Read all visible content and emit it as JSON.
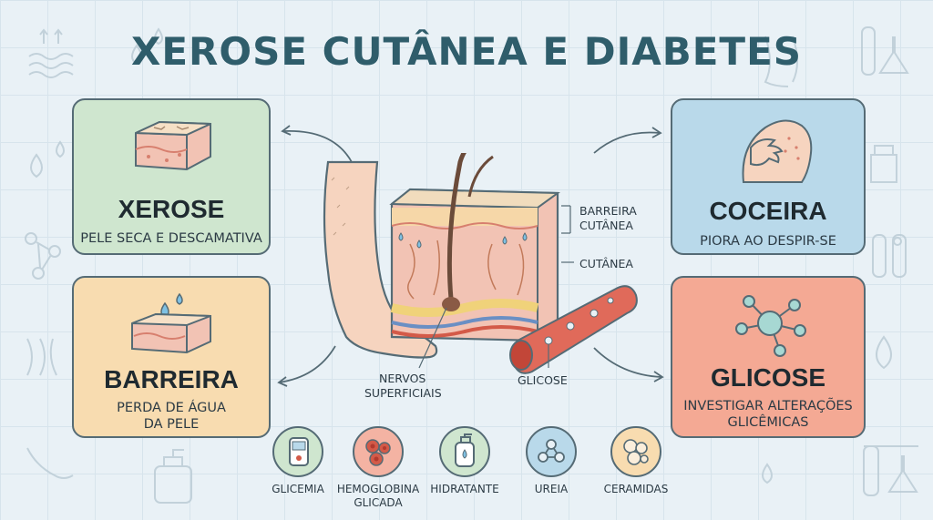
{
  "title": "XEROSE CUTÂNEA E DIABETES",
  "cards": {
    "xerose": {
      "title": "XEROSE",
      "subtitle": "PELE SECA E DESCAMATIVA",
      "color": "#cfe6cf"
    },
    "barreira": {
      "title": "BARREIRA",
      "line1": "PERDA DE ÁGUA",
      "line2": "DA PELE",
      "color": "#f8dcb0"
    },
    "coceira": {
      "title": "COCEIRA",
      "subtitle": "PIORA AO DESPIR-SE",
      "color": "#b9d9ea"
    },
    "glicose": {
      "title": "GLICOSE",
      "line1": "INVESTIGAR ALTERAÇÕES",
      "line2": "GLICÊMICAS",
      "color": "#f4a994"
    }
  },
  "diagram_labels": {
    "barreira_line1": "BARREIRA",
    "barreira_line2": "CUTÂNEA",
    "cutanea": "CUTÂNEA",
    "nervos_line1": "NERVOS",
    "nervos_line2": "SUPERFICIAIS",
    "glicose": "GLICOSE"
  },
  "bottom_items": [
    {
      "label": "GLICEMIA",
      "icon": "glucometer-icon",
      "color": "#cfe6cf"
    },
    {
      "label": "HEMOGLOBINA",
      "label2": "GLICADA",
      "icon": "red-blood-cells-icon",
      "color": "#f4b3a3"
    },
    {
      "label": "HIDRATANTE",
      "icon": "lotion-bottle-icon",
      "color": "#cfe6cf"
    },
    {
      "label": "UREIA",
      "icon": "molecule-icon",
      "color": "#b9d9ea"
    },
    {
      "label": "CERAMIDAS",
      "icon": "lipid-droplets-icon",
      "color": "#f8dcb0"
    }
  ]
}
